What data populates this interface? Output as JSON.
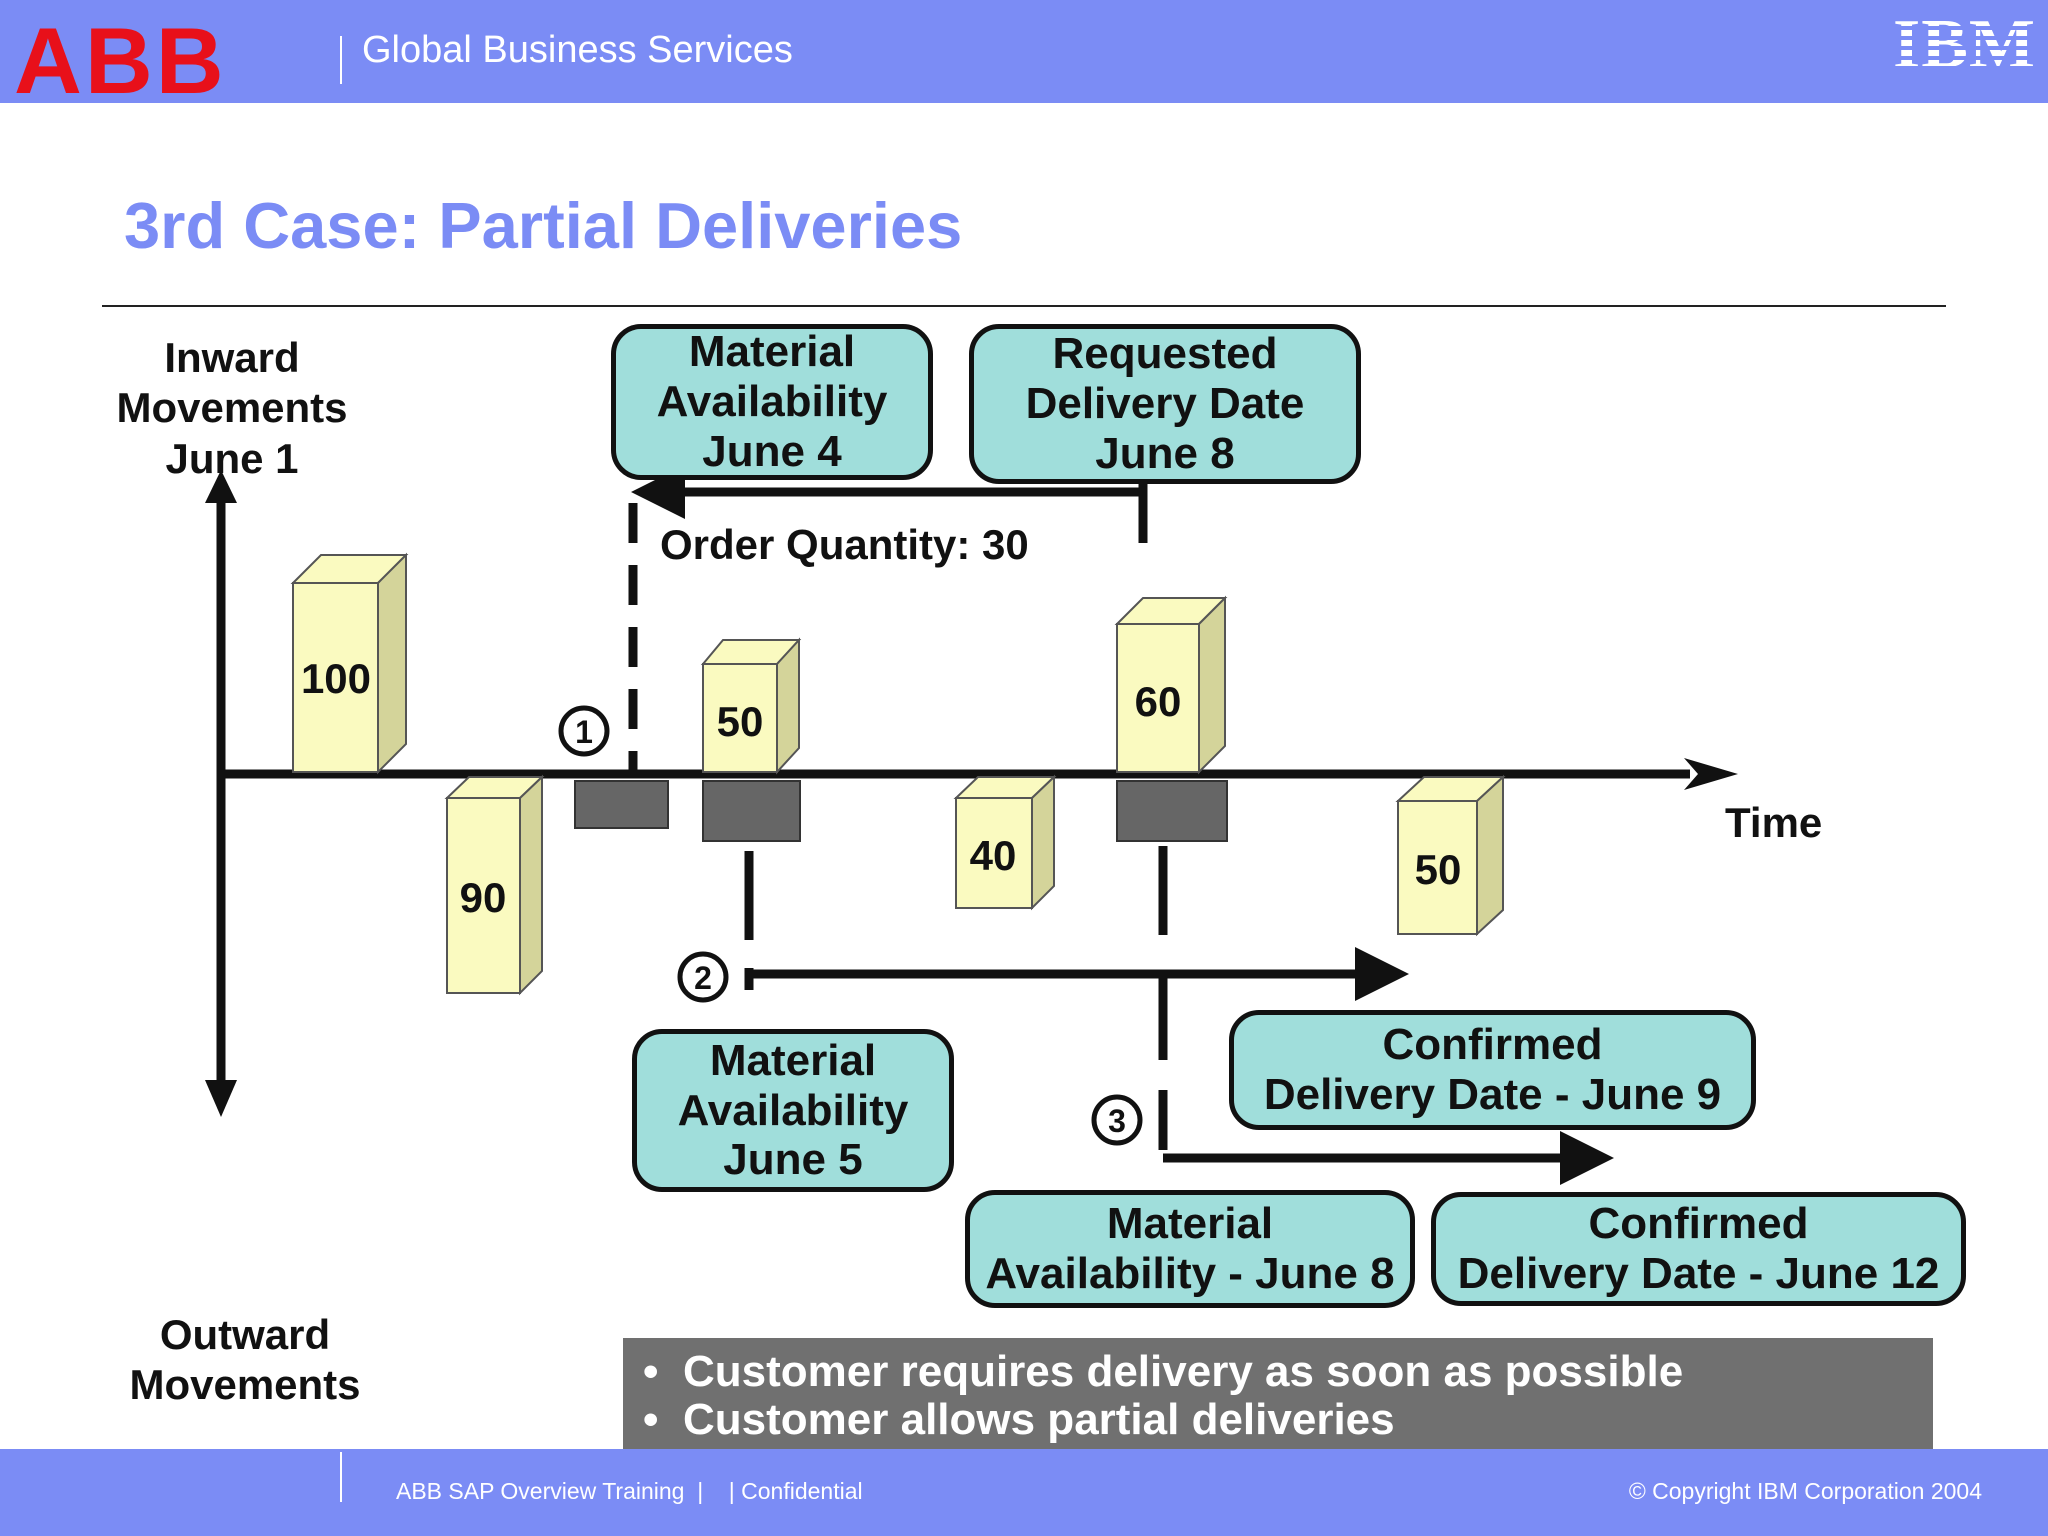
{
  "header": {
    "abb_logo": "ABB",
    "ibm_logo": "IBM",
    "service": "Global Business Services"
  },
  "title": "3rd Case:  Partial Deliveries",
  "axis": {
    "inward_lines": [
      "Inward",
      "Movements",
      "June 1"
    ],
    "outward_lines": [
      "Outward",
      "Movements"
    ],
    "time": "Time"
  },
  "order_quantity": "Order Quantity:  30",
  "bubbles": {
    "mat_june4": [
      "Material",
      "Availability",
      "June 4"
    ],
    "req_june8": [
      "Requested",
      "Delivery Date",
      "June 8"
    ],
    "mat_june5": [
      "Material",
      "Availability",
      "June 5"
    ],
    "conf_june9": [
      "Confirmed",
      "Delivery Date - June 9"
    ],
    "mat_june8": [
      "Material",
      "Availability - June 8"
    ],
    "conf_june12": [
      "Confirmed",
      "Delivery Date - June 12"
    ]
  },
  "boxes": [
    "100",
    "90",
    "50",
    "40",
    "60",
    "50"
  ],
  "markers": [
    "1",
    "2",
    "3"
  ],
  "notes": [
    "Customer requires delivery as soon as possible",
    "Customer allows partial deliveries"
  ],
  "footer": {
    "left": "ABB SAP Overview Training  |    | Confidential",
    "right": "© Copyright IBM Corporation 2004"
  },
  "colors": {
    "bar": "#7b8cf5",
    "bubble": "#a0dedb",
    "box_front": "#fafac0",
    "box_side": "#d4d49a",
    "abb_red": "#e8101a",
    "gray_block": "#666666"
  }
}
